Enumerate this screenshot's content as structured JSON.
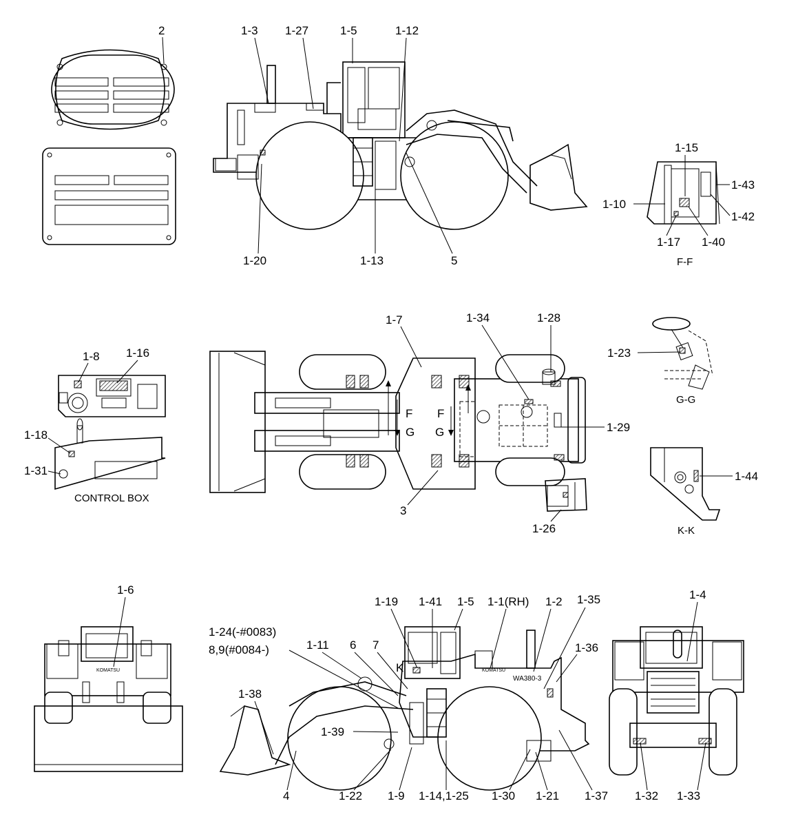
{
  "callouts": {
    "c2": "2",
    "c1_3": "1-3",
    "c1_27": "1-27",
    "c1_5": "1-5",
    "c1_12": "1-12",
    "c1_20": "1-20",
    "c1_13": "1-13",
    "c5": "5",
    "c1_15": "1-15",
    "c1_43": "1-43",
    "c1_10": "1-10",
    "c1_42": "1-42",
    "c1_17": "1-17",
    "c1_40": "1-40",
    "c1_7": "1-7",
    "c1_34": "1-34",
    "c1_28": "1-28",
    "c1_23": "1-23",
    "c1_29": "1-29",
    "c3": "3",
    "c1_26": "1-26",
    "c1_8": "1-8",
    "c1_16": "1-16",
    "c1_18": "1-18",
    "c1_31": "1-31",
    "c1_44": "1-44",
    "c1_6": "1-6",
    "c1_19": "1-19",
    "c1_41": "1-41",
    "c1_5b": "1-5",
    "c1_1": "1-1(RH)",
    "c1_2": "1-2",
    "c1_35": "1-35",
    "c1_24": "1-24(-#0083)",
    "c89": "8,9(#0084-)",
    "c1_11": "1-11",
    "c6": "6",
    "c7": "7",
    "c1_36": "1-36",
    "c1_38": "1-38",
    "c1_39": "1-39",
    "c1_4": "1-4",
    "c4": "4",
    "c1_22": "1-22",
    "c1_9": "1-9",
    "c1_14": "1-14,1-25",
    "c1_30": "1-30",
    "c1_21": "1-21",
    "c1_37": "1-37",
    "c1_32": "1-32",
    "c1_33": "1-33"
  },
  "section_labels": {
    "ff": "F-F",
    "gg": "G-G",
    "kk": "K-K",
    "control_box": "CONTROL BOX"
  },
  "view_marks": {
    "f1": "F",
    "f2": "F",
    "g1": "G",
    "g2": "G",
    "k": "K"
  },
  "decal_text": {
    "model": "WA380-3",
    "brand": "KOMATSU"
  }
}
